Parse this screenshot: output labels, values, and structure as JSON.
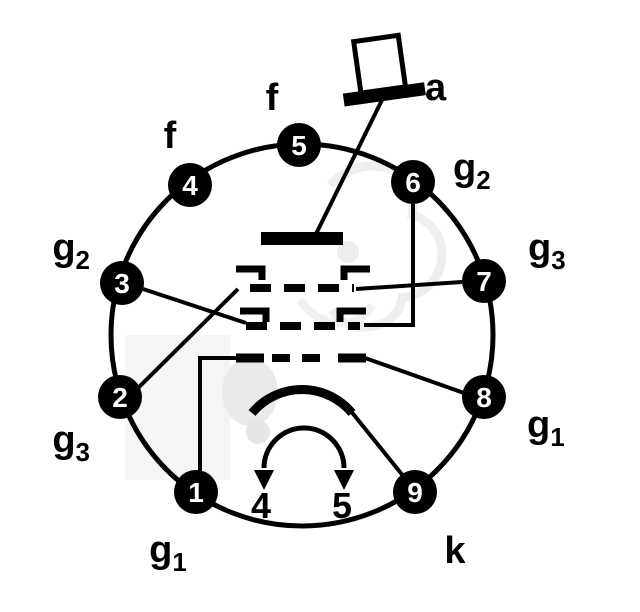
{
  "colors": {
    "ink": "#000000",
    "paper": "#ffffff",
    "watermark": "#ececec"
  },
  "pins": [
    {
      "number": "1",
      "label": "g",
      "sub": "1"
    },
    {
      "number": "2",
      "label": "g",
      "sub": "3"
    },
    {
      "number": "3",
      "label": "g",
      "sub": "2"
    },
    {
      "number": "4",
      "label": "f",
      "sub": ""
    },
    {
      "number": "5",
      "label": "f",
      "sub": ""
    },
    {
      "number": "6",
      "label": "g",
      "sub": "2"
    },
    {
      "number": "7",
      "label": "g",
      "sub": "3"
    },
    {
      "number": "8",
      "label": "g",
      "sub": "1"
    },
    {
      "number": "9",
      "label": "k",
      "sub": ""
    }
  ],
  "top_cap": {
    "label": "a"
  },
  "heater": {
    "left_pin": "4",
    "right_pin": "5"
  }
}
